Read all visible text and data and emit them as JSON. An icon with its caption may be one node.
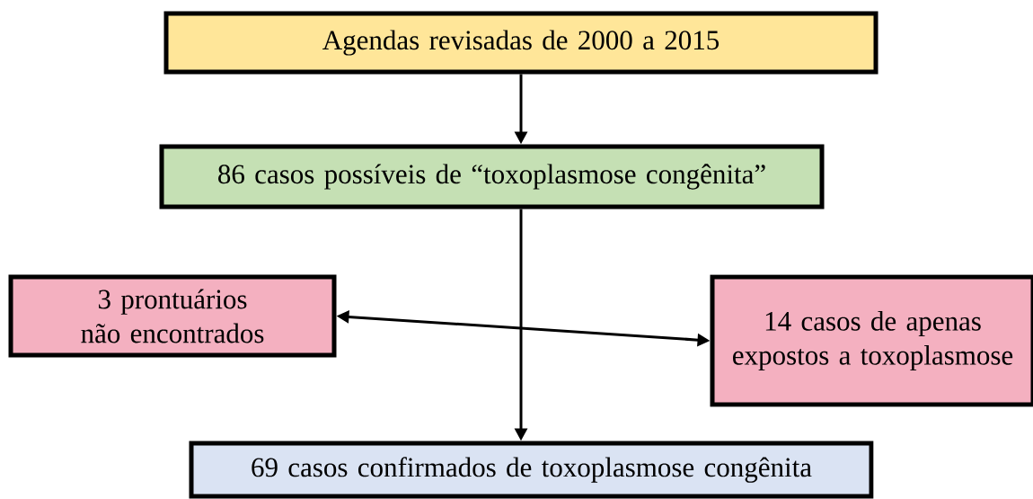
{
  "diagram": {
    "nodes": [
      {
        "text": [
          "Agendas revisadas de 2000 a 2015"
        ]
      },
      {
        "text": [
          "86 casos possíveis de “toxoplasmose congênita”"
        ]
      },
      {
        "text": [
          "3 prontuários não encontrados"
        ]
      },
      {
        "text": [
          "14 casos de apenas expostos a toxoplasmose"
        ]
      },
      {
        "text": [
          "69 casos confirmados de toxoplasmose congênita"
        ]
      }
    ],
    "edges": [
      {
        "from": 0,
        "to": 1,
        "arrow": "to"
      },
      {
        "from": 1,
        "to": 4,
        "arrow": "to"
      },
      {
        "from": 2,
        "to": 3,
        "arrow": "both"
      }
    ]
  }
}
